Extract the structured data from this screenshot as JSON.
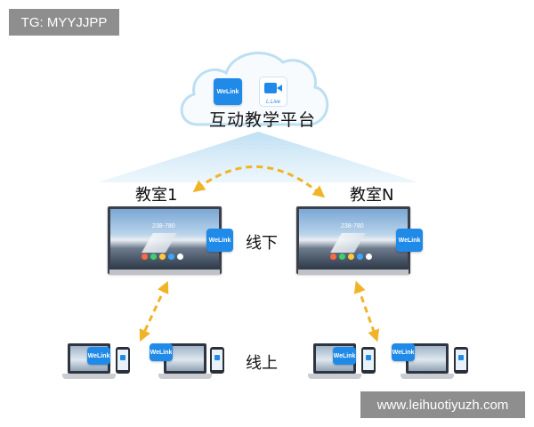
{
  "watermarks": {
    "tg": "TG: MYYJJPP",
    "url": "www.leihuotiyuzh.com"
  },
  "cloud": {
    "label": "互动教学平台",
    "apps": [
      {
        "icon": "welink-app-icon",
        "text": "WeLink"
      },
      {
        "icon": "video-camera-app-icon",
        "text": "L.Live"
      }
    ]
  },
  "classrooms": [
    {
      "label": "教室1",
      "board_time": "238-780"
    },
    {
      "label": "教室N",
      "board_time": "238-780"
    }
  ],
  "offline_label": "线下",
  "online_label": "线上",
  "device_app_label": "WeLink",
  "colors": {
    "arrow": "#f0b428",
    "cloud_stroke": "#bcdff2",
    "cloud_fill": "#f7fbfe",
    "beam": "#d9ecf8",
    "app_blue": "#1f8ae8"
  }
}
